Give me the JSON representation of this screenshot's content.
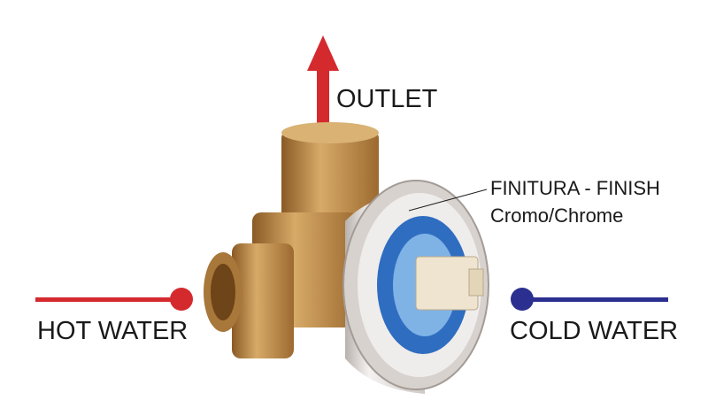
{
  "labels": {
    "outlet": "OUTLET",
    "finish_title": "FINITURA - FINISH",
    "finish_value": "Cromo/Chrome",
    "hot": "HOT WATER",
    "cold": "COLD WATER"
  },
  "colors": {
    "hot": "#d42a2e",
    "cold": "#2b2f8f",
    "brass": "#c89a55",
    "chrome": "#e4e1df"
  },
  "icons": [
    "outlet-arrow-icon",
    "hot-water-dot-icon",
    "cold-water-dot-icon"
  ]
}
